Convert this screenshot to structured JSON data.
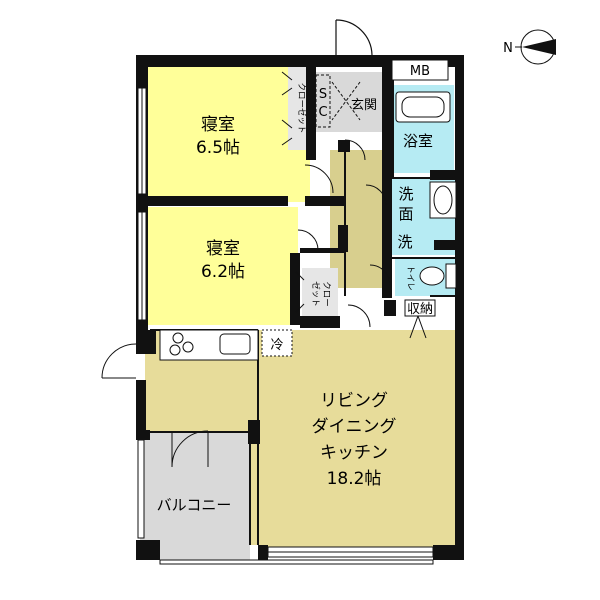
{
  "colors": {
    "wall": "#111111",
    "bedroom": "#ffff99",
    "living": "#e7dc9a",
    "hall": "#d8cf8e",
    "wet": "#b6ebf3",
    "entrance": "#d9d9d9",
    "balcony": "#d9d9d9",
    "closet": "#e6e6e6"
  },
  "rooms": {
    "bedroom1": {
      "name": "寝室",
      "size": "6.5帖"
    },
    "bedroom2": {
      "name": "寝室",
      "size": "6.2帖"
    },
    "ldk": {
      "line1": "リビング",
      "line2": "ダイニング",
      "line3": "キッチン",
      "size": "18.2帖"
    },
    "bath": "浴室",
    "wash_line1": "洗",
    "wash_line2": "面",
    "washer": "洗",
    "toilet": "トイレ",
    "storage": "収納",
    "entrance": "玄関",
    "balcony": "バルコニー",
    "closet_top": "クローゼット",
    "closet_mid_line1": "クロー",
    "closet_mid_line2": "ゼット",
    "shoe_cabinet_s": "S",
    "shoe_cabinet_c": "C",
    "meter_box": "MB",
    "fridge": "冷",
    "north": "N"
  }
}
